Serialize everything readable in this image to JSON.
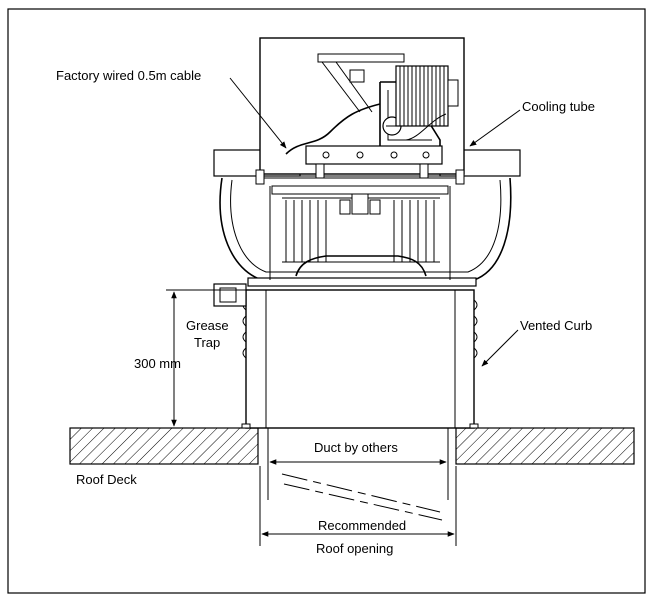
{
  "labels": {
    "factory_cable": "Factory wired 0.5m cable",
    "cooling_tube": "Cooling tube",
    "grease_trap_line1": "Grease",
    "grease_trap_line2": "Trap",
    "height_dim": "300 mm",
    "vented_curb": "Vented Curb",
    "duct_by_others": "Duct by others",
    "roof_deck": "Roof Deck",
    "roof_opening_line1": "Recommended",
    "roof_opening_line2": "Roof opening"
  }
}
